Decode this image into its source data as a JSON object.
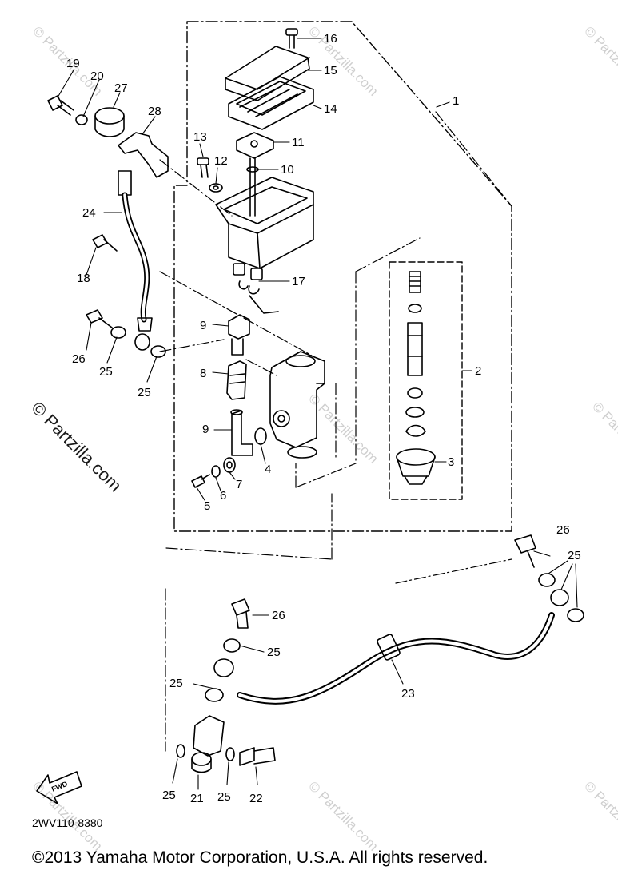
{
  "watermark": {
    "small": "© Partzilla.com",
    "big": "© Partzilla.com"
  },
  "callouts": {
    "p1": "1",
    "p2": "2",
    "p3": "3",
    "p4": "4",
    "p5": "5",
    "p6": "6",
    "p7": "7",
    "p8": "8",
    "p9a": "9",
    "p9b": "9",
    "p10": "10",
    "p11": "11",
    "p12": "12",
    "p13": "13",
    "p14": "14",
    "p15": "15",
    "p16": "16",
    "p17": "17",
    "p18": "18",
    "p19": "19",
    "p20": "20",
    "p21": "21",
    "p22": "22",
    "p23": "23",
    "p24": "24",
    "p25a": "25",
    "p25b": "25",
    "p25c": "25",
    "p25d": "25",
    "p25e": "25",
    "p25f": "25",
    "p25g": "25",
    "p26a": "26",
    "p26b": "26",
    "p26c": "26",
    "p27": "27",
    "p28": "28"
  },
  "fwd_label": "FWD",
  "drawing_code": "2WV110-8380",
  "copyright": "©2013  Yamaha Motor Corporation, U.S.A. All rights reserved.",
  "colors": {
    "ink": "#000000",
    "watermark": "#cfcfcf",
    "background": "#ffffff"
  }
}
